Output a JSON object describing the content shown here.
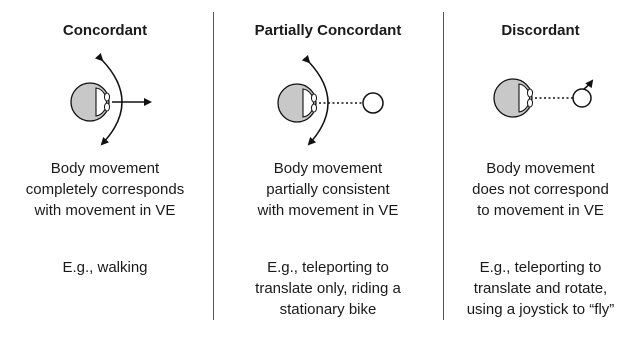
{
  "columns": [
    {
      "heading": "Concordant",
      "description": [
        "Body movement",
        "completely corresponds",
        "with movement in VE"
      ],
      "example": [
        "E.g., walking"
      ]
    },
    {
      "heading": "Partially Concordant",
      "description": [
        "Body movement",
        "partially consistent",
        "with movement in VE"
      ],
      "example": [
        "E.g., teleporting to",
        "translate only, riding a",
        "stationary bike"
      ]
    },
    {
      "heading": "Discordant",
      "description": [
        "Body movement",
        "does not correspond",
        "to movement in VE"
      ],
      "example": [
        "E.g., teleporting to",
        "translate and rotate,",
        "using a joystick to “fly”"
      ]
    }
  ],
  "colors": {
    "head_fill": "#c8c8c8",
    "outline": "#111111"
  }
}
